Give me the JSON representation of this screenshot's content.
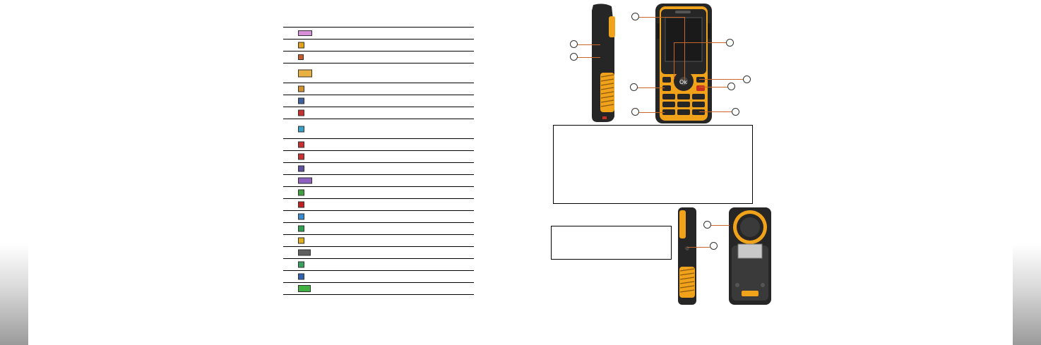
{
  "icon_table": {
    "rows": [
      {
        "icon": "signal-strength-icon",
        "color": "#d78fd8",
        "w": 20,
        "h": 8,
        "text": ""
      },
      {
        "icon": "message-icon",
        "color": "#e3a21a",
        "w": 9,
        "h": 9,
        "text": ""
      },
      {
        "icon": "hourglass-icon",
        "color": "#c85a2a",
        "w": 8,
        "h": 8,
        "text": ""
      },
      {
        "icon": "unread-messages-icon",
        "color": "#e8b040",
        "w": 20,
        "h": 11,
        "text": ""
      },
      {
        "icon": "silent-mode-icon",
        "color": "#d09030",
        "w": 9,
        "h": 9,
        "text": ""
      },
      {
        "icon": "vibrate-mode-icon",
        "color": "#4060a0",
        "w": 9,
        "h": 9,
        "text": ""
      },
      {
        "icon": "ring-mode-icon",
        "color": "#c83030",
        "w": 9,
        "h": 9,
        "text": ""
      },
      {
        "icon": "outdoor-mode-icon",
        "color": "#3aa0c8",
        "w": 9,
        "h": 9,
        "text": ""
      },
      {
        "icon": "meeting-mode-icon",
        "color": "#c83030",
        "w": 9,
        "h": 9,
        "text": ""
      },
      {
        "icon": "alarm-icon",
        "color": "#c83030",
        "w": 9,
        "h": 9,
        "text": ""
      },
      {
        "icon": "headset-icon",
        "color": "#6050a0",
        "w": 9,
        "h": 9,
        "text": ""
      },
      {
        "icon": "roaming-icon",
        "color": "#9060c0",
        "w": 20,
        "h": 9,
        "text": ""
      },
      {
        "icon": "call-forward-icon",
        "color": "#40a040",
        "w": 9,
        "h": 9,
        "text": ""
      },
      {
        "icon": "missed-call-icon",
        "color": "#c02020",
        "w": 9,
        "h": 9,
        "text": ""
      },
      {
        "icon": "bluetooth-icon",
        "color": "#3a8ad0",
        "w": 9,
        "h": 9,
        "text": ""
      },
      {
        "icon": "gprs-icon",
        "color": "#30a050",
        "w": 9,
        "h": 9,
        "text": ""
      },
      {
        "icon": "bell-icon",
        "color": "#e0b020",
        "w": 9,
        "h": 9,
        "text": ""
      },
      {
        "icon": "keypad-lock-icon",
        "color": "#606060",
        "w": 18,
        "h": 9,
        "text": ""
      },
      {
        "icon": "clock-icon",
        "color": "#3aa060",
        "w": 9,
        "h": 9,
        "text": ""
      },
      {
        "icon": "java-icon",
        "color": "#3060b0",
        "w": 9,
        "h": 9,
        "text": ""
      },
      {
        "icon": "battery-icon",
        "color": "#40b040",
        "w": 18,
        "h": 10,
        "text": ""
      }
    ]
  },
  "notes": {
    "front_note": "",
    "back_note": ""
  },
  "colors": {
    "phone_orange": "#f0a21a",
    "phone_black": "#262626",
    "leader": "#c8662a"
  }
}
